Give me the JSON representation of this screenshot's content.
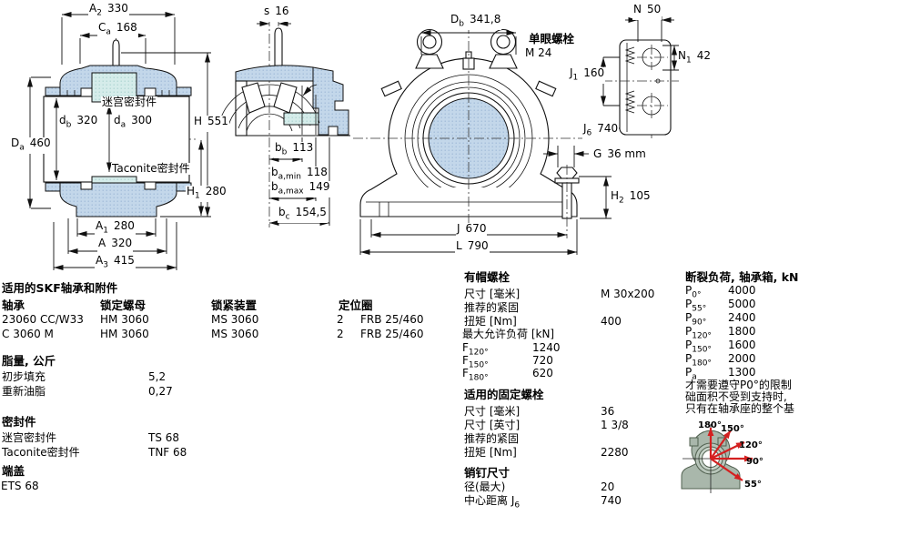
{
  "colors": {
    "blue": "#c3d7ea",
    "blueDot": "#9db8d6",
    "cyan": "#d5ecea",
    "cyanDot": "#a8d2cf",
    "red": "#d42020",
    "greenBody": "#a9b7ab",
    "greenEdge": "#50604f",
    "line": "#111111"
  },
  "dims": {
    "a2": {
      "s": "A",
      "b": "2",
      "v": "330"
    },
    "ca": {
      "s": "C",
      "b": "a",
      "v": "168"
    },
    "db": {
      "s": "d",
      "b": "b",
      "v": "320"
    },
    "da": {
      "s": "d",
      "b": "a",
      "v": "300"
    },
    "Da": {
      "s": "D",
      "b": "a",
      "v": "460"
    },
    "H": {
      "s": "H",
      "b": "",
      "v": "551"
    },
    "H1": {
      "s": "H",
      "b": "1",
      "v": "280"
    },
    "A1": {
      "s": "A",
      "b": "1",
      "v": "280"
    },
    "A": {
      "s": "A",
      "b": "",
      "v": "320"
    },
    "A3": {
      "s": "A",
      "b": "3",
      "v": "415"
    },
    "sdim": {
      "s": "s",
      "b": "",
      "v": "16"
    },
    "bb": {
      "s": "b",
      "b": "b",
      "v": "113"
    },
    "bamin": {
      "s": "b",
      "b": "a,min",
      "v": "118"
    },
    "bamax": {
      "s": "b",
      "b": "a,max",
      "v": "149"
    },
    "bc": {
      "s": "b",
      "b": "c",
      "v": "154,5"
    },
    "Db": {
      "s": "D",
      "b": "b",
      "v": "341,8"
    },
    "J1": {
      "s": "J",
      "b": "1",
      "v": "160"
    },
    "J6": {
      "s": "J",
      "b": "6",
      "v": "740"
    },
    "G": {
      "s": "G",
      "b": "",
      "v": "36 mm"
    },
    "H2": {
      "s": "H",
      "b": "2",
      "v": "105"
    },
    "J": {
      "s": "J",
      "b": "",
      "v": "670"
    },
    "L": {
      "s": "L",
      "b": "",
      "v": "790"
    },
    "N": {
      "s": "N",
      "b": "",
      "v": "50"
    },
    "N1": {
      "s": "N",
      "b": "1",
      "v": "42"
    }
  },
  "texts": {
    "labyrinth_seal": "迷宫密封件",
    "taconite_seal": "Taconite密封件",
    "eyebolt_title": "单眼螺栓",
    "eyebolt_size": "M 24"
  },
  "sections": {
    "accessories": {
      "title": "适用的SKF轴承和附件",
      "headers": [
        "轴承",
        "锁定螺母",
        "锁紧装置",
        "定位圈"
      ],
      "rows": [
        [
          "23060 CC/W33",
          "HM 3060",
          "MS 3060",
          "2",
          "FRB 25/460"
        ],
        [
          "C 3060 M",
          "HM 3060",
          "MS 3060",
          "2",
          "FRB 25/460"
        ]
      ]
    },
    "grease": {
      "title": "脂量, 公斤",
      "rows": [
        [
          "初步填充",
          "5,2"
        ],
        [
          "重新油脂",
          "0,27"
        ]
      ]
    },
    "seals": {
      "title": "密封件",
      "rows": [
        [
          "迷宫密封件",
          "TS 68"
        ],
        [
          "Taconite密封件",
          "TNF 68"
        ]
      ]
    },
    "endcover": {
      "title": "端盖",
      "value": "ETS 68"
    },
    "cap_bolts": {
      "title": "有帽螺栓",
      "size_label": "尺寸 [毫米]",
      "size_value": "M 30x200",
      "rec_label": "推荐的紧固",
      "torque_label": "扭矩 [Nm]",
      "torque_value": "400",
      "maxload_label": "最大允许负荷 [kN]",
      "F": [
        {
          "s": "F",
          "b": "120°",
          "v": "1240"
        },
        {
          "s": "F",
          "b": "150°",
          "v": "720"
        },
        {
          "s": "F",
          "b": "180°",
          "v": "620"
        }
      ]
    },
    "fixing_bolts": {
      "title": "适用的固定螺栓",
      "size_mm_label": "尺寸 [毫米]",
      "size_mm_value": "36",
      "size_in_label": "尺寸 [英寸]",
      "size_in_value": "1 3/8",
      "rec_label": "推荐的紧固",
      "torque_label": "扭矩 [Nm]",
      "torque_value": "2280"
    },
    "pins": {
      "title": "销钉尺寸",
      "dia_label": "径(最大)",
      "dia_value": "20",
      "center_label": "中心距离 J",
      "center_sub": "6",
      "center_value": "740"
    },
    "breaking_loads": {
      "title": "断裂负荷, 轴承箱, kN",
      "rows": [
        {
          "s": "P",
          "b": "0°",
          "v": "4000"
        },
        {
          "s": "P",
          "b": "55°",
          "v": "5000"
        },
        {
          "s": "P",
          "b": "90°",
          "v": "2400"
        },
        {
          "s": "P",
          "b": "120°",
          "v": "1800"
        },
        {
          "s": "P",
          "b": "150°",
          "v": "1600"
        },
        {
          "s": "P",
          "b": "180°",
          "v": "2000"
        },
        {
          "s": "P",
          "b": "a",
          "v": "1300"
        }
      ],
      "note_lines": [
        "才需要遵守P0°的限制",
        "础面积不受到支持时,",
        "只有在轴承座的整个基"
      ]
    },
    "angle_figure": {
      "labels": [
        "180°",
        "150°",
        "120°",
        "90°",
        "55°"
      ]
    }
  }
}
